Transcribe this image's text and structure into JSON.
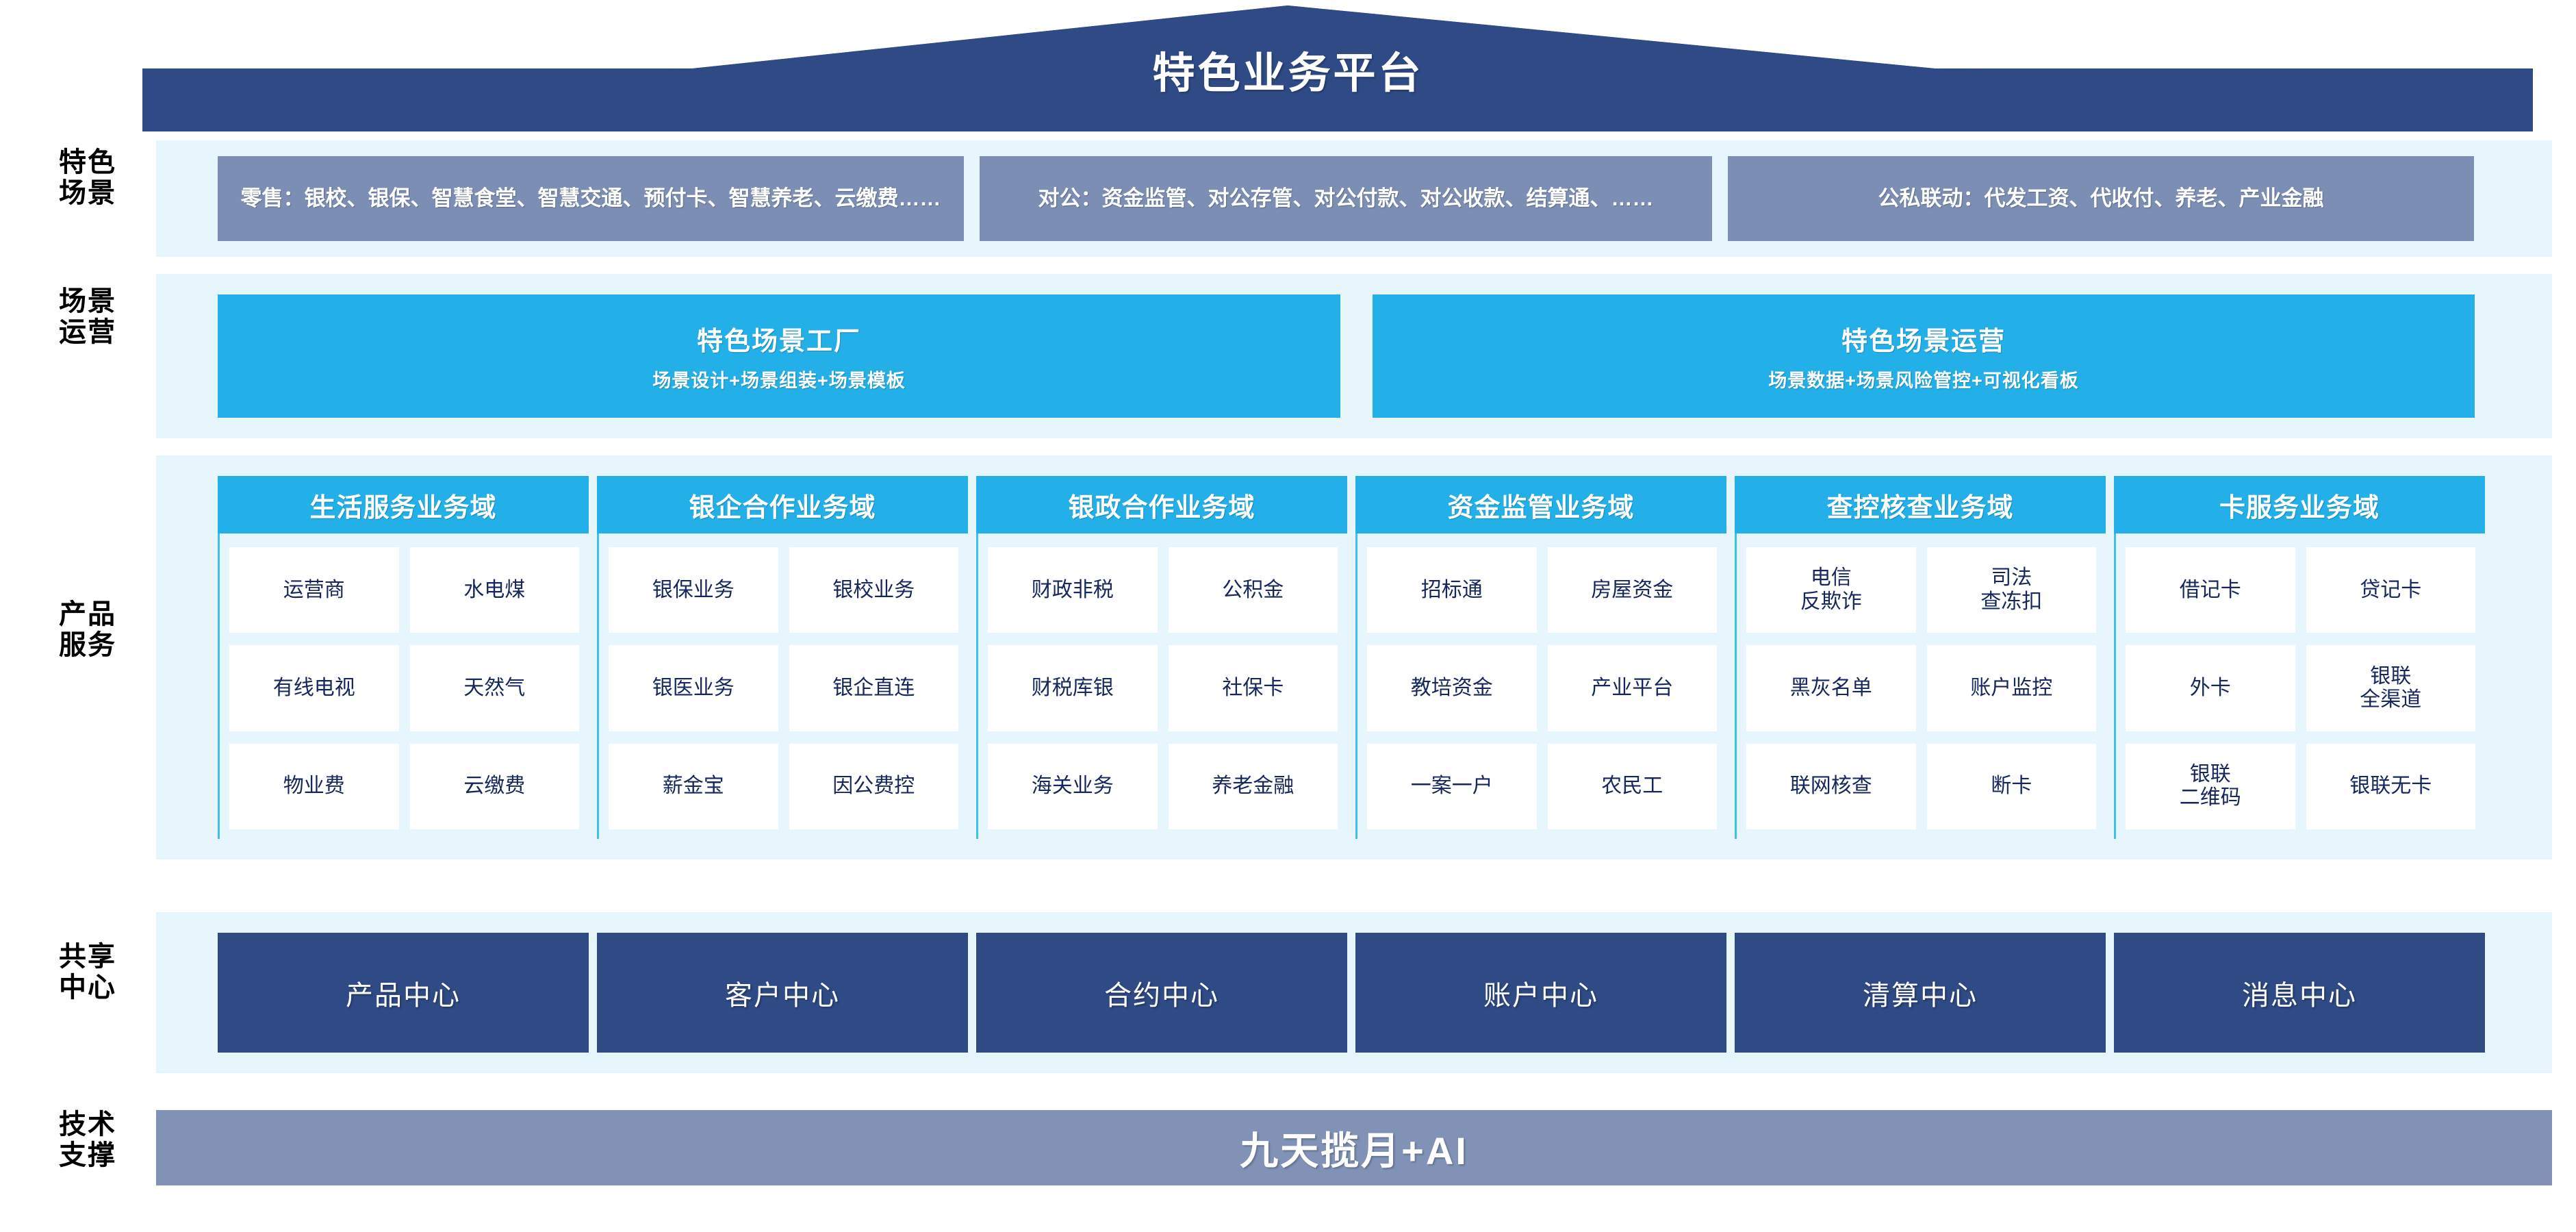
{
  "title": "特色业务平台",
  "colors": {
    "roof_navy": "#2f4a85",
    "scenario_slate": "#7d8eb4",
    "cyan": "#23b0e8",
    "pale_band": "#e7f5fd",
    "center_navy": "#2f4a85",
    "tech_slate": "#8192b6",
    "cell_text": "#15275c"
  },
  "row_labels": {
    "scenarios": "特色\n场景",
    "operations": "场景\n运营",
    "products": "产品\n服务",
    "shared": "共享\n中心",
    "tech": "技术\n支撑"
  },
  "scenarios": [
    {
      "label": "零售：银校、银保、智慧食堂、智慧交通、预付卡、智慧养老、云缴费……"
    },
    {
      "label": "对公：资金监管、对公存管、对公付款、对公收款、结算通、……"
    },
    {
      "label": "公私联动：代发工资、代收付、养老、产业金融"
    }
  ],
  "operations": [
    {
      "title": "特色场景工厂",
      "subtitle": "场景设计+场景组装+场景模板"
    },
    {
      "title": "特色场景运营",
      "subtitle": "场景数据+场景风险管控+可视化看板"
    }
  ],
  "domains": [
    {
      "title": "生活服务业务域",
      "items": [
        "运营商",
        "水电煤",
        "有线电视",
        "天然气",
        "物业费",
        "云缴费"
      ]
    },
    {
      "title": "银企合作业务域",
      "items": [
        "银保业务",
        "银校业务",
        "银医业务",
        "银企直连",
        "薪金宝",
        "因公费控"
      ]
    },
    {
      "title": "银政合作业务域",
      "items": [
        "财政非税",
        "公积金",
        "财税库银",
        "社保卡",
        "海关业务",
        "养老金融"
      ]
    },
    {
      "title": "资金监管业务域",
      "items": [
        "招标通",
        "房屋资金",
        "教培资金",
        "产业平台",
        "一案一户",
        "农民工"
      ]
    },
    {
      "title": "查控核查业务域",
      "items": [
        "电信\n反欺诈",
        "司法\n查冻扣",
        "黑灰名单",
        "账户监控",
        "联网核查",
        "断卡"
      ]
    },
    {
      "title": "卡服务业务域",
      "items": [
        "借记卡",
        "贷记卡",
        "外卡",
        "银联\n全渠道",
        "银联\n二维码",
        "银联无卡"
      ]
    }
  ],
  "shared_centers": [
    {
      "label": "产品中心"
    },
    {
      "label": "客户中心"
    },
    {
      "label": "合约中心"
    },
    {
      "label": "账户中心"
    },
    {
      "label": "清算中心"
    },
    {
      "label": "消息中心"
    }
  ],
  "tech_support": {
    "label": "九天揽月+AI"
  }
}
